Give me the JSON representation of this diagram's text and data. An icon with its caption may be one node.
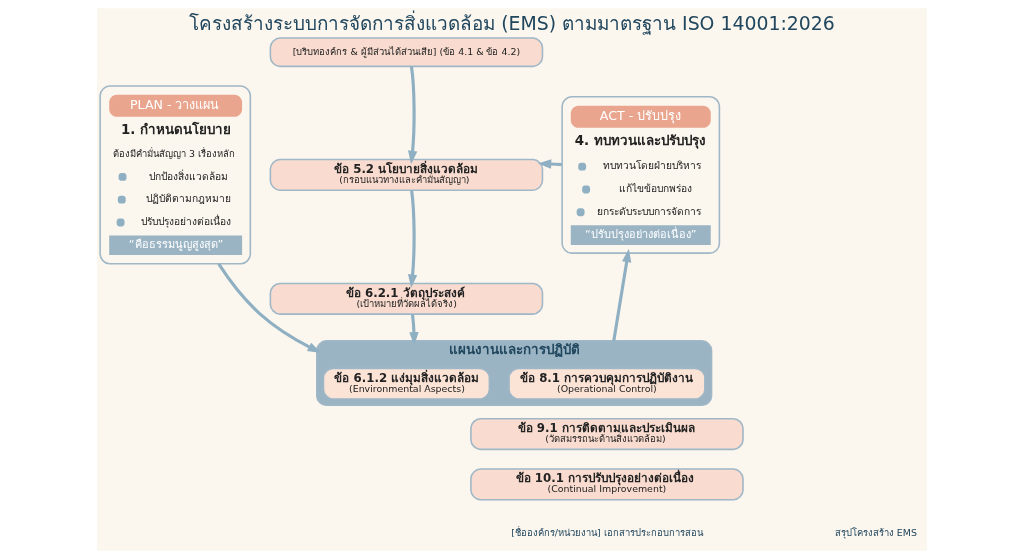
{
  "diagram": {
    "title": "โครงสร้างระบบการจัดการสิ่งแวดล้อม (EMS) ตามมาตรฐาน ISO 14001:2026",
    "nodes": [
      {
        "text": [
          "PLAN - วางแผน",
          "1. กำหนดนโยบาย",
          "ต้องมีคำมั่นสัญญา 3 เรื่องหลัก",
          "ปกป้องสิ่งแวดล้อม",
          "ปฏิบัติตามกฎหมาย",
          "ปรับปรุงอย่างต่อเนื่อง",
          "“คือธรรมนูญสูงสุด”"
        ]
      },
      {
        "text": [
          "[บริบทองค์กร & ผู้มีส่วนได้ส่วนเสีย] (ข้อ 4.1 & ข้อ 4.2)"
        ]
      },
      {
        "text": [
          "ข้อ 5.2 นโยบายสิ่งแวดล้อม",
          "(กรอบแนวทางและคำมั่นสัญญา)"
        ]
      },
      {
        "text": [
          "ข้อ 6.2.1 วัตถุประสงค์",
          "(เป้าหมายที่วัดผลได้จริง)"
        ]
      },
      {
        "text": [
          "แผนงานและการปฏิบัติ"
        ]
      },
      {
        "text": [
          "ข้อ 6.1.2 แง่มุมสิ่งแวดล้อม",
          "(Environmental Aspects)"
        ],
        "in": 4
      },
      {
        "text": [
          "ข้อ 8.1 การควบคุมการปฏิบัติงาน",
          "(Operational Control)"
        ],
        "in": 4
      },
      {
        "text": [
          "ข้อ 9.1 การติดตามและประเมินผล",
          "(วัดสมรรถนะด้านสิ่งแวดล้อม)"
        ]
      },
      {
        "text": [
          "ข้อ 10.1 การปรับปรุงอย่างต่อเนื่อง",
          "(Continual Improvement)"
        ]
      },
      {
        "text": [
          "ACT - ปรับปรุง",
          "4. ทบทวนและปรับปรุง",
          "ทบทวนโดยฝ่ายบริหาร",
          "แก้ไขข้อบกพร่อง",
          "ยกระดับระบบการจัดการ",
          "“ปรับปรุงอย่างต่อเนื่อง”"
        ]
      }
    ],
    "edges": [
      {
        "from": 1,
        "to": 2,
        "arrow": "to"
      },
      {
        "from": 2,
        "to": 3,
        "arrow": "to"
      },
      {
        "from": 3,
        "to": 4,
        "arrow": "to"
      },
      {
        "from": 0,
        "to": 4,
        "arrow": "to"
      },
      {
        "from": 4,
        "to": 9,
        "arrow": "to"
      },
      {
        "from": 9,
        "to": 2,
        "arrow": "to"
      }
    ],
    "labels": [
      "[ชื่อองค์กร/หน่วยงาน] เอกสารประกอบการสอน",
      "สรุปโครงสร้าง EMS"
    ]
  }
}
